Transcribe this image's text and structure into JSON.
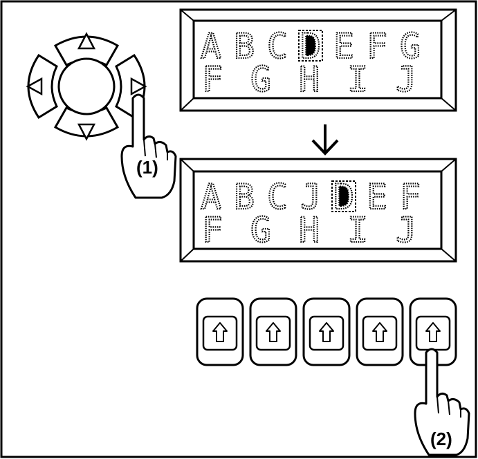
{
  "dpad": {
    "up_icon": "triangle-up-icon",
    "down_icon": "triangle-down-icon",
    "left_icon": "triangle-left-icon",
    "right_icon": "triangle-right-icon"
  },
  "display_before": {
    "line1": [
      "A",
      "B",
      "C",
      "D",
      "E",
      "F",
      "G"
    ],
    "line2": [
      "F",
      "G",
      "H",
      "I",
      "J"
    ]
  },
  "display_after": {
    "line1": [
      "A",
      "B",
      "C",
      "J",
      "D",
      "E",
      "F"
    ],
    "line2": [
      "F",
      "G",
      "H",
      "I",
      "J"
    ]
  },
  "arrow_icon": "arrow-down-icon",
  "keys": {
    "count": 5,
    "icon": "arrow-up-outline-icon"
  },
  "callouts": {
    "step1": "(1)",
    "step2": "(2)"
  }
}
